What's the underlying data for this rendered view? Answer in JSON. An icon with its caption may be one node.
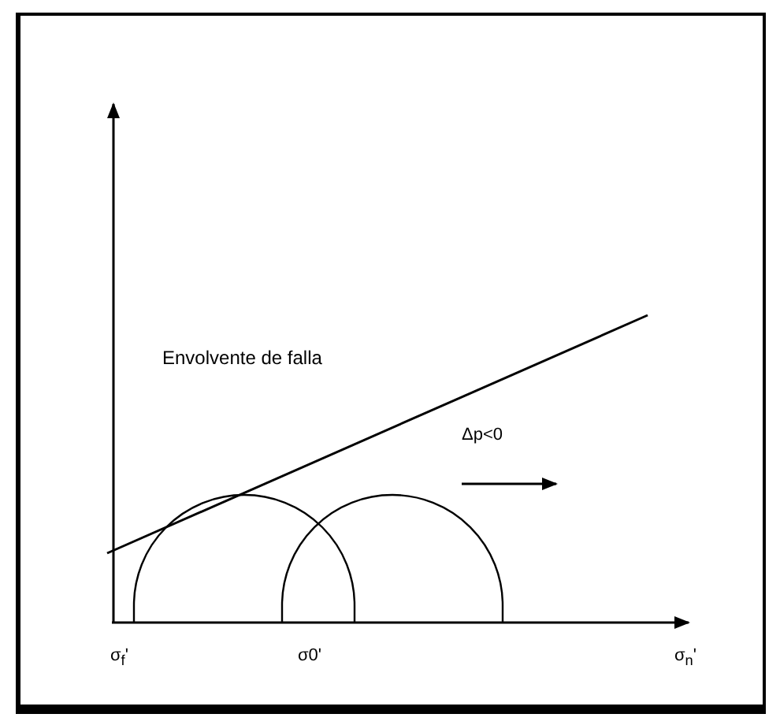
{
  "diagram": {
    "labels": [
      "Envolvente de falla",
      "Δp<0",
      "σ$_{f}$'",
      "σ0'",
      "σ$_{n}$'"
    ]
  }
}
